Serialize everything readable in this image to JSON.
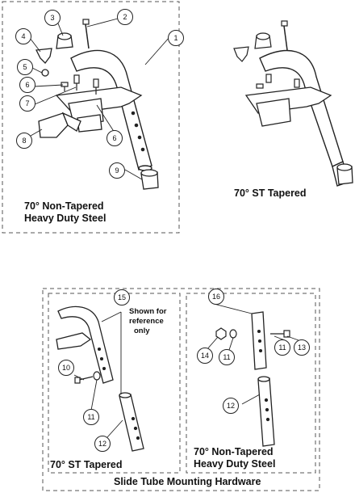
{
  "captions": {
    "nontapered_top": [
      "70° Non-Tapered",
      "Heavy Duty Steel"
    ],
    "st_tapered_top": "70° ST Tapered",
    "st_tapered_bottom": "70° ST Tapered",
    "nontapered_bottom": [
      "70° Non-Tapered",
      "Heavy Duty Steel"
    ],
    "slide_tube": "Slide Tube Mounting Hardware",
    "reference_note": [
      "Shown for",
      "reference",
      "only"
    ]
  },
  "callouts": [
    "1",
    "2",
    "3",
    "4",
    "5",
    "6",
    "7",
    "8",
    "9",
    "6",
    "15",
    "10",
    "11",
    "12",
    "16",
    "14",
    "11",
    "11",
    "13",
    "12"
  ]
}
